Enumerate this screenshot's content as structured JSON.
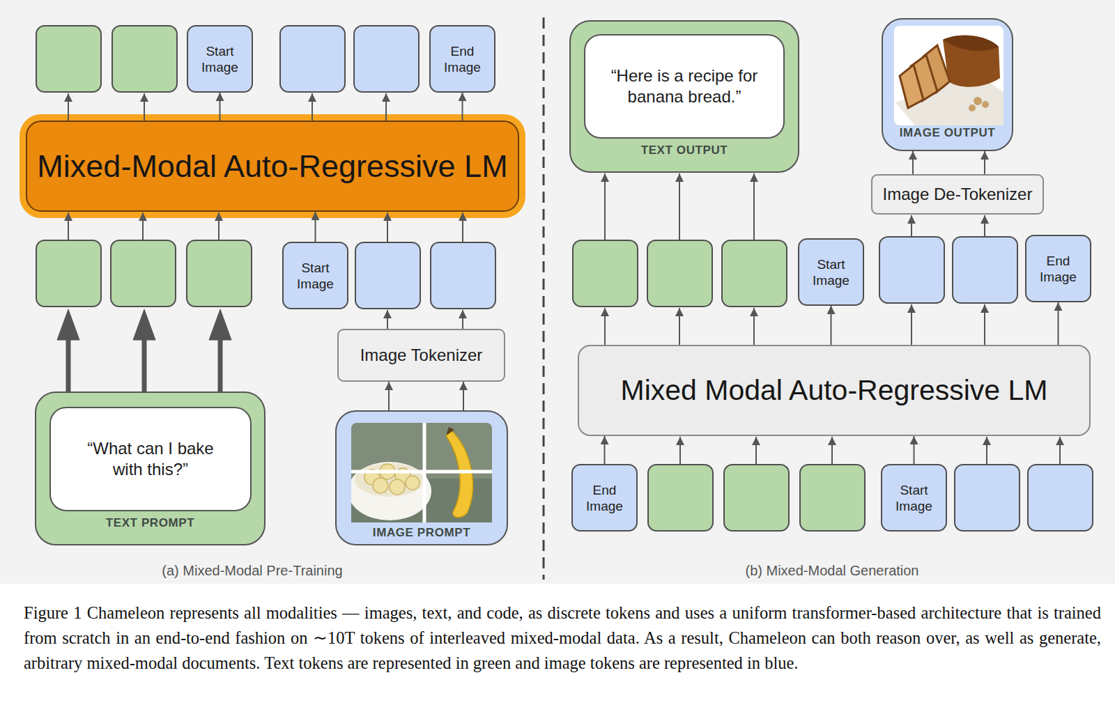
{
  "diagram": {
    "caption": "Figure 1 Chameleon represents all modalities — images, text, and code, as discrete tokens and uses a uniform transformer-based architecture that is trained from scratch in an end-to-end fashion on ∼10T tokens of interleaved mixed-modal data. As a result, Chameleon can both reason over, as well as generate, arbitrary mixed-modal documents. Text tokens are represented in green and image tokens are represented in blue.",
    "nodes": [
      {
        "text": [
          "Start Image"
        ]
      },
      {
        "text": [
          "End Image"
        ]
      },
      {
        "text": [
          "Mixed-Modal Auto-Regressive LM"
        ]
      },
      {
        "text": [
          "Start Image"
        ]
      },
      {
        "text": [
          "Image Tokenizer"
        ]
      },
      {
        "text": [
          "TEXT PROMPT"
        ]
      },
      {
        "text": [
          "“What can I bake with this?”"
        ],
        "in": 5
      },
      {
        "text": [
          "IMAGE PROMPT"
        ]
      },
      {
        "text": [
          "TEXT OUTPUT"
        ]
      },
      {
        "text": [
          "“Here is a recipe for banana bread.”"
        ],
        "in": 8
      },
      {
        "text": [
          "IMAGE OUTPUT"
        ]
      },
      {
        "text": [
          "Image De-Tokenizer"
        ]
      },
      {
        "text": [
          "Start Image"
        ]
      },
      {
        "text": [
          "End Image"
        ]
      },
      {
        "text": [
          "Mixed Modal Auto-Regressive LM"
        ]
      },
      {
        "text": [
          "End Image"
        ]
      },
      {
        "text": [
          "Start Image"
        ]
      }
    ],
    "edges": [
      {
        "from": 2,
        "to": 0,
        "arrow": "to"
      },
      {
        "from": 2,
        "to": 1,
        "arrow": "to"
      },
      {
        "from": 3,
        "to": 2,
        "arrow": "to"
      },
      {
        "from": 7,
        "to": 4,
        "arrow": "to"
      },
      {
        "from": 7,
        "to": 4,
        "arrow": "to"
      },
      {
        "from": 14,
        "to": 12,
        "arrow": "to"
      },
      {
        "from": 14,
        "to": 13,
        "arrow": "to"
      },
      {
        "from": 15,
        "to": 14,
        "arrow": "to"
      },
      {
        "from": 16,
        "to": 14,
        "arrow": "to"
      },
      {
        "from": 11,
        "to": 10,
        "arrow": "to"
      },
      {
        "from": 11,
        "to": 10,
        "arrow": "to"
      }
    ],
    "labels": [
      "(a) Mixed-Modal Pre-Training",
      "(b) Mixed-Modal Generation"
    ]
  }
}
